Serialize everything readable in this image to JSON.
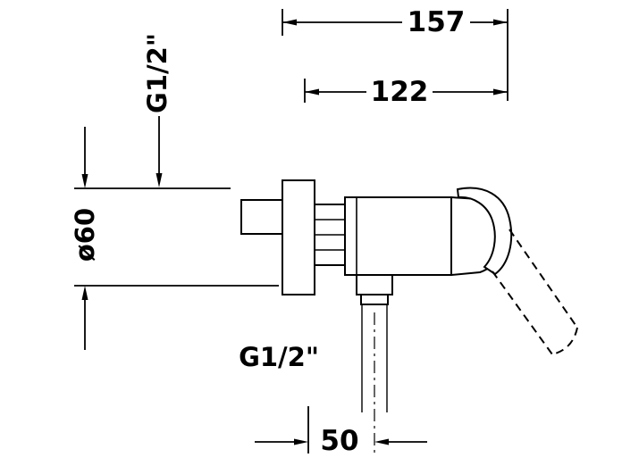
{
  "drawing": {
    "type": "technical-dimension-drawing",
    "subject": "single-lever shower mixer, side view with swung-handle phantom lines",
    "background_color": "#ffffff",
    "line_color": "#000000",
    "labels": {
      "total_depth": "157",
      "body_depth": "122",
      "escutcheon_diameter": "ø60",
      "inlet_thread": "G1/2\"",
      "outlet_thread": "G1/2\"",
      "outlet_offset": "50"
    }
  }
}
